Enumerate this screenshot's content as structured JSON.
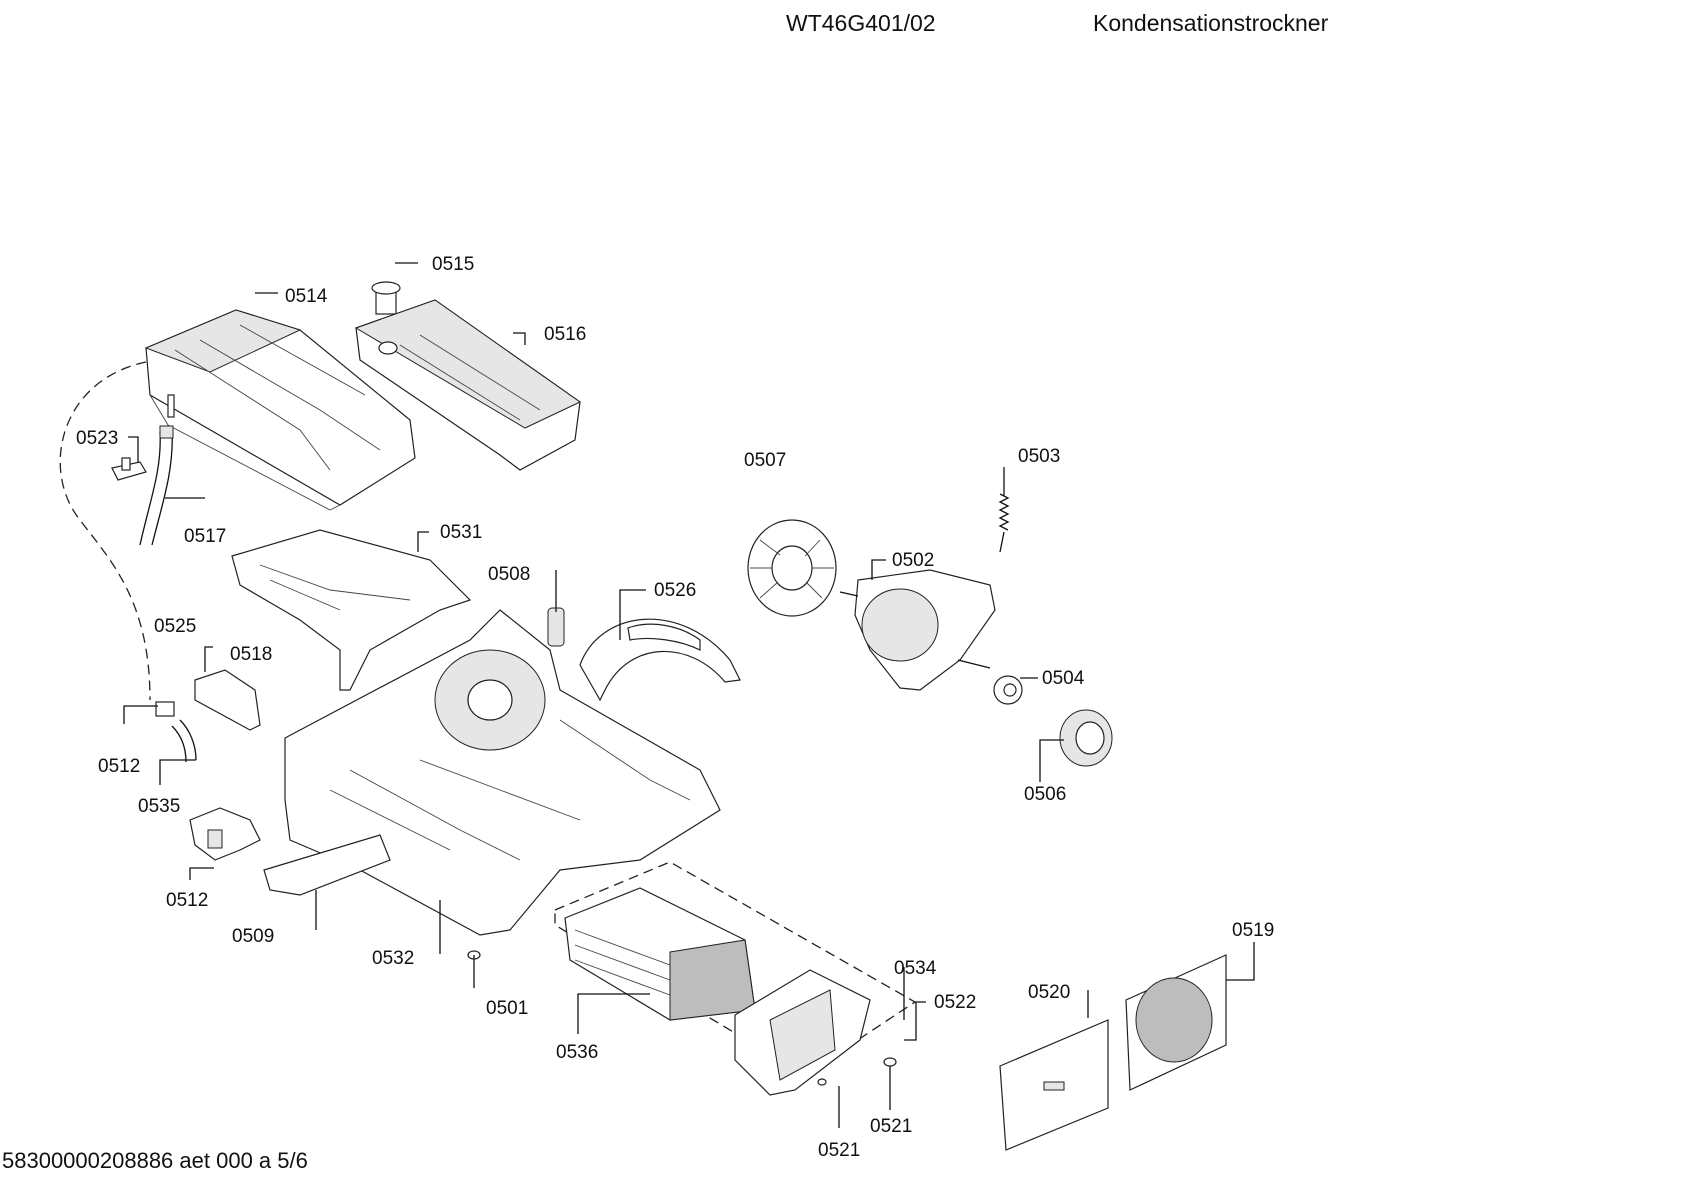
{
  "header": {
    "model": "WT46G401/02",
    "description": "Kondensationstrockner"
  },
  "footer": {
    "doc_ref": "58300000208886 aet 000 a 5/6"
  },
  "parts": {
    "p0501": "0501",
    "p0502": "0502",
    "p0503": "0503",
    "p0504": "0504",
    "p0506": "0506",
    "p0507": "0507",
    "p0508": "0508",
    "p0509": "0509",
    "p0512a": "0512",
    "p0512b": "0512",
    "p0514": "0514",
    "p0515": "0515",
    "p0516": "0516",
    "p0517": "0517",
    "p0518": "0518",
    "p0519": "0519",
    "p0520": "0520",
    "p0521a": "0521",
    "p0521b": "0521",
    "p0522": "0522",
    "p0523": "0523",
    "p0525": "0525",
    "p0526": "0526",
    "p0531": "0531",
    "p0532": "0532",
    "p0534": "0534",
    "p0535": "0535",
    "p0536": "0536"
  }
}
